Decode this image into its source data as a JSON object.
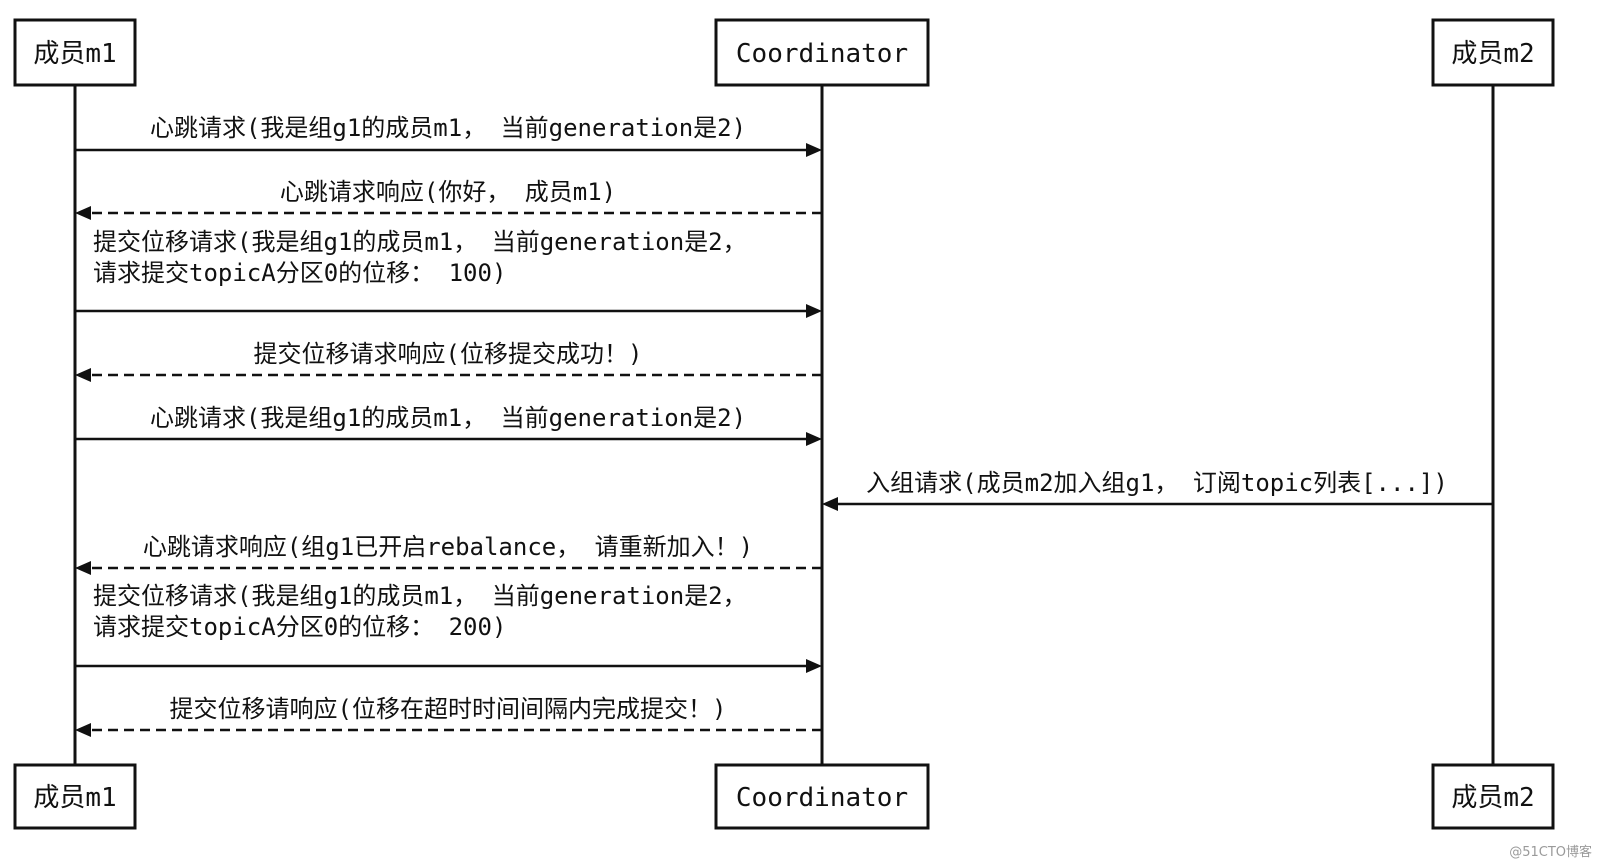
{
  "actors": [
    {
      "id": "m1",
      "label": "成员m1"
    },
    {
      "id": "coord",
      "label": "Coordinator"
    },
    {
      "id": "m2",
      "label": "成员m2"
    }
  ],
  "messages": [
    {
      "from": "m1",
      "to": "coord",
      "style": "solid",
      "lines": [
        "心跳请求(我是组g1的成员m1， 当前generation是2)"
      ]
    },
    {
      "from": "coord",
      "to": "m1",
      "style": "dashed",
      "lines": [
        "心跳请求响应(你好， 成员m1)"
      ]
    },
    {
      "from": "m1",
      "to": "coord",
      "style": "solid",
      "lines": [
        "提交位移请求(我是组g1的成员m1， 当前generation是2，",
        "请求提交topicA分区0的位移： 100)"
      ]
    },
    {
      "from": "coord",
      "to": "m1",
      "style": "dashed",
      "lines": [
        "提交位移请求响应(位移提交成功！)"
      ]
    },
    {
      "from": "m1",
      "to": "coord",
      "style": "solid",
      "lines": [
        "心跳请求(我是组g1的成员m1， 当前generation是2)"
      ]
    },
    {
      "from": "m2",
      "to": "coord",
      "style": "solid",
      "lines": [
        "入组请求(成员m2加入组g1， 订阅topic列表[...])"
      ]
    },
    {
      "from": "coord",
      "to": "m1",
      "style": "dashed",
      "lines": [
        "心跳请求响应(组g1已开启rebalance， 请重新加入！)"
      ]
    },
    {
      "from": "m1",
      "to": "coord",
      "style": "solid",
      "lines": [
        "提交位移请求(我是组g1的成员m1， 当前generation是2，",
        "请求提交topicA分区0的位移： 200)"
      ]
    },
    {
      "from": "coord",
      "to": "m1",
      "style": "dashed",
      "lines": [
        "提交位移请响应(位移在超时时间间隔内完成提交！)"
      ]
    }
  ],
  "watermark": "@51CTO博客"
}
